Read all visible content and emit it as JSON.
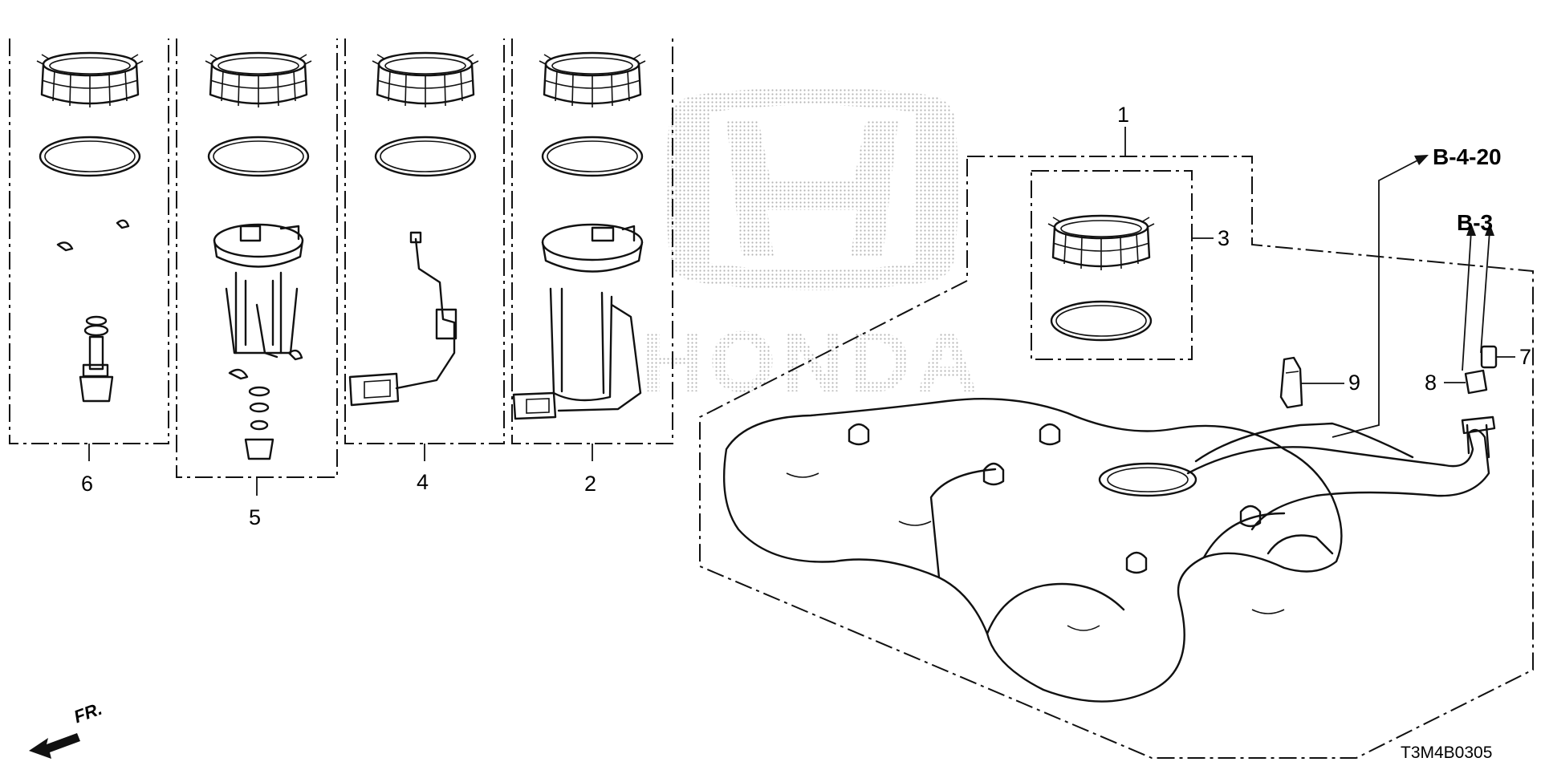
{
  "callouts": {
    "c1": "1",
    "c2": "2",
    "c3": "3",
    "c4": "4",
    "c5": "5",
    "c6": "6",
    "c7": "7",
    "c8": "8",
    "c9": "9"
  },
  "refs": {
    "b_4_20": "B-4-20",
    "b_3": "B-3"
  },
  "watermark": "HONDA",
  "front_marker": "FR.",
  "diagram_code": "T3M4B0305"
}
